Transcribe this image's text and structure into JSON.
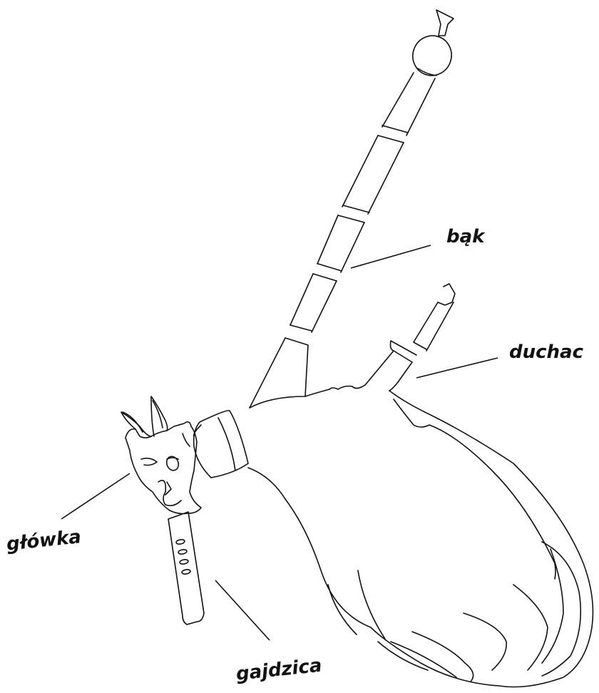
{
  "labels": {
    "bak": "bąk",
    "duchac": "duchac",
    "glowka": "główka",
    "gajdzica": "gajdzica"
  }
}
